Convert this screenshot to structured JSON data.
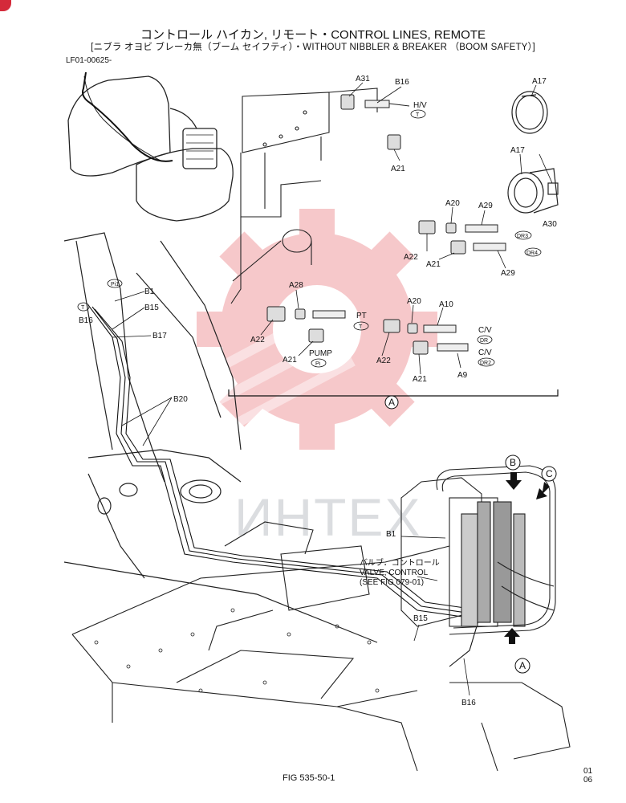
{
  "header": {
    "title": "コントロール ハイカン, リモート・CONTROL LINES, REMOTE",
    "subtitle": "[ニブラ オヨビ ブレーカ無（ブーム セイフティ）・WITHOUT NIBBLER & BREAKER （BOOM SAFETY）]",
    "doc_ref": "LF01-00625-"
  },
  "footer": {
    "fig": "FIG 535-50-1",
    "rev_top": "01",
    "rev_bottom": "06"
  },
  "watermark": {
    "text": "ИНТЕХ",
    "color": "#e8636b"
  },
  "parts": {
    "a31": "A31",
    "b16": "B16",
    "hv": "H/V",
    "t": "T",
    "a21": "A21",
    "a17": "A17",
    "a30": "A30",
    "a20": "A20",
    "a29": "A29",
    "a22": "A22",
    "a28": "A28",
    "pt": "PT",
    "pump": "PUMP",
    "pi": "Pi",
    "dr3": "DR3",
    "dr4": "DR4",
    "a10": "A10",
    "cv": "C/V",
    "dr": "DR",
    "dr2": "DR2",
    "a9": "A9",
    "b1": "B1",
    "b15": "B15",
    "b17": "B17",
    "b20": "B20",
    "pi1": "Pi1",
    "valve_jp": "バルブ．コントロール",
    "valve_en": "VALVE, CONTROL",
    "valve_ref": "(SEE FIG 079-01)"
  },
  "callouts": {
    "a": "A",
    "b": "B",
    "c": "C"
  }
}
